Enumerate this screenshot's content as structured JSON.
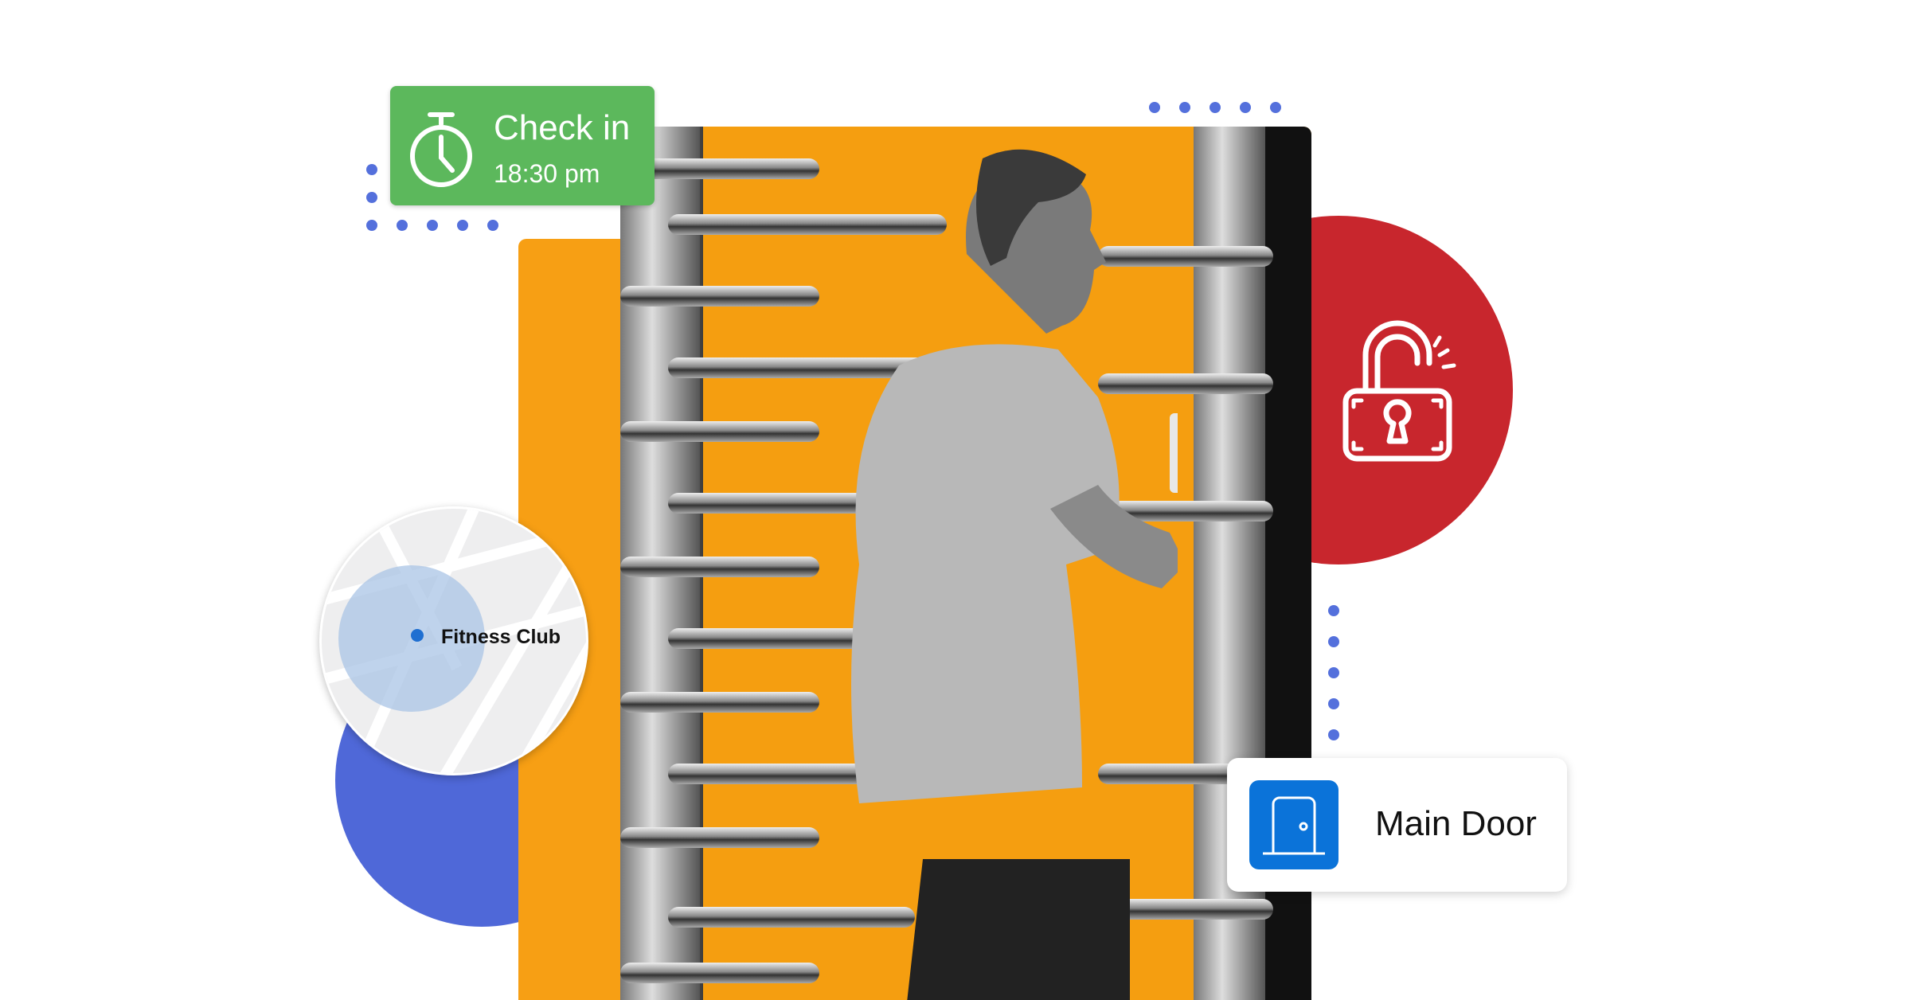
{
  "check_in": {
    "title": "Check in",
    "time": "18:30 pm",
    "icon": "stopwatch-icon"
  },
  "location": {
    "label": "Fitness Club",
    "icon": "map-pin-icon"
  },
  "door": {
    "label": "Main Door",
    "icon": "door-icon"
  },
  "lock": {
    "icon": "unlocked-padlock-icon"
  },
  "colors": {
    "green": "#5cb85c",
    "orange": "#f79f14",
    "red": "#c8262d",
    "blue": "#4f68d8",
    "door_blue": "#0b73d9",
    "dots": "#5470dc"
  }
}
